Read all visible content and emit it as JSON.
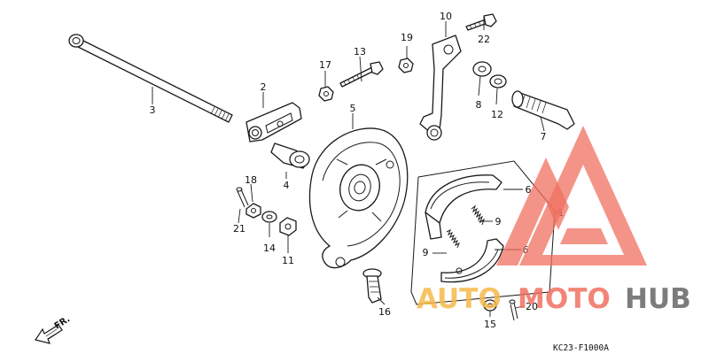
{
  "diagram": {
    "code": "KC23-F1000A",
    "direction_label": "FR.",
    "callouts": {
      "c1": "1",
      "c2": "2",
      "c3": "3",
      "c4": "4",
      "c5": "5",
      "c6a": "6",
      "c6b": "6",
      "c7": "7",
      "c8": "8",
      "c9a": "9",
      "c9b": "9",
      "c10": "10",
      "c11": "11",
      "c12": "12",
      "c13": "13",
      "c14": "14",
      "c15": "15",
      "c16": "16",
      "c17": "17",
      "c18": "18",
      "c19": "19",
      "c20": "20",
      "c21": "21",
      "c22": "22"
    }
  },
  "watermark": {
    "part1": "AUTO",
    "part2": "MOTO",
    "part3": "HUB",
    "colors": {
      "auto": "#f6b84a",
      "moto": "#f07060",
      "hub": "#6e6e6e",
      "logo": "#f07060"
    }
  }
}
